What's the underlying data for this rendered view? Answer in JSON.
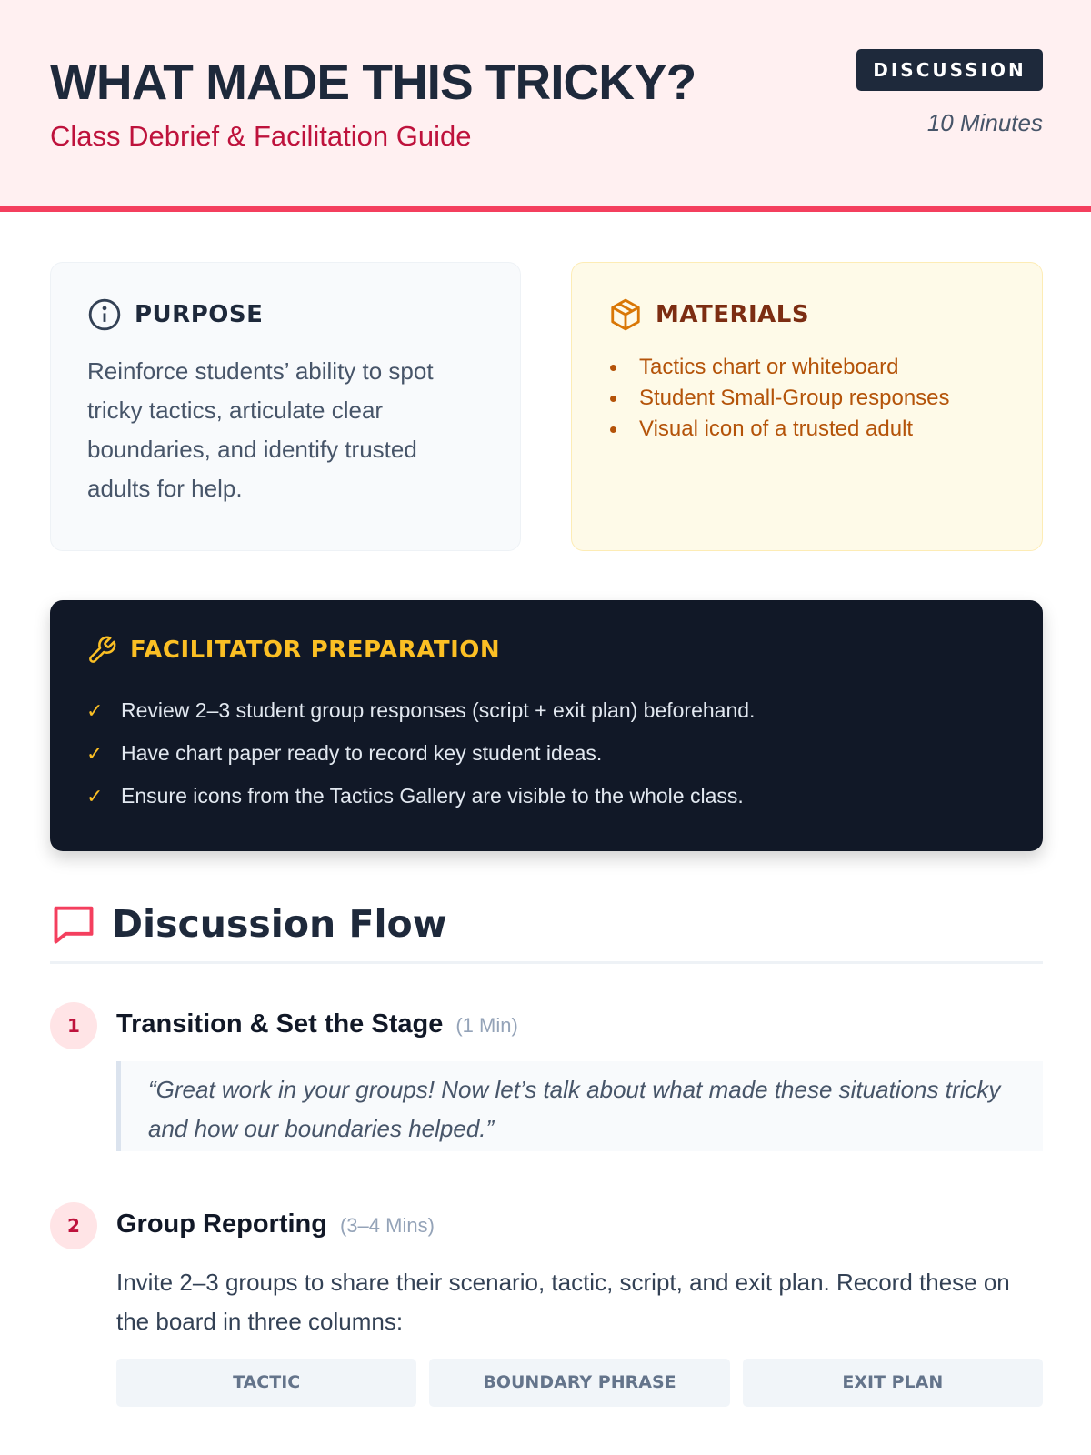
{
  "header": {
    "title": "WHAT MADE THIS TRICKY?",
    "subtitle": "Class Debrief & Facilitation Guide",
    "badge": "DISCUSSION",
    "duration": "10 Minutes"
  },
  "purpose": {
    "heading": "PURPOSE",
    "text": "Reinforce students’ ability to spot tricky tactics, articulate clear boundaries, and identify trusted adults for help."
  },
  "materials": {
    "heading": "MATERIALS",
    "items": [
      "Tactics chart or whiteboard",
      "Student Small-Group responses",
      "Visual icon of a trusted adult"
    ]
  },
  "prep": {
    "heading": "FACILITATOR PREPARATION",
    "items": [
      "Review 2–3 student group responses (script + exit plan) beforehand.",
      "Have chart paper ready to record key student ideas.",
      "Ensure icons from the Tactics Gallery are visible to the whole class."
    ]
  },
  "flow": {
    "heading": "Discussion Flow",
    "steps": [
      {
        "number": "1",
        "title": "Transition & Set the Stage",
        "time": "(1 Min)",
        "quote": "“Great work in your groups! Now let’s talk about what made these situations tricky and how our boundaries helped.”"
      },
      {
        "number": "2",
        "title": "Group Reporting",
        "time": "(3–4 Mins)",
        "text": "Invite 2–3 groups to share their scenario, tactic, script, and exit plan. Record these on the board in three columns:",
        "columns": [
          "TACTIC",
          "BOUNDARY PHRASE",
          "EXIT PLAN"
        ]
      }
    ]
  }
}
